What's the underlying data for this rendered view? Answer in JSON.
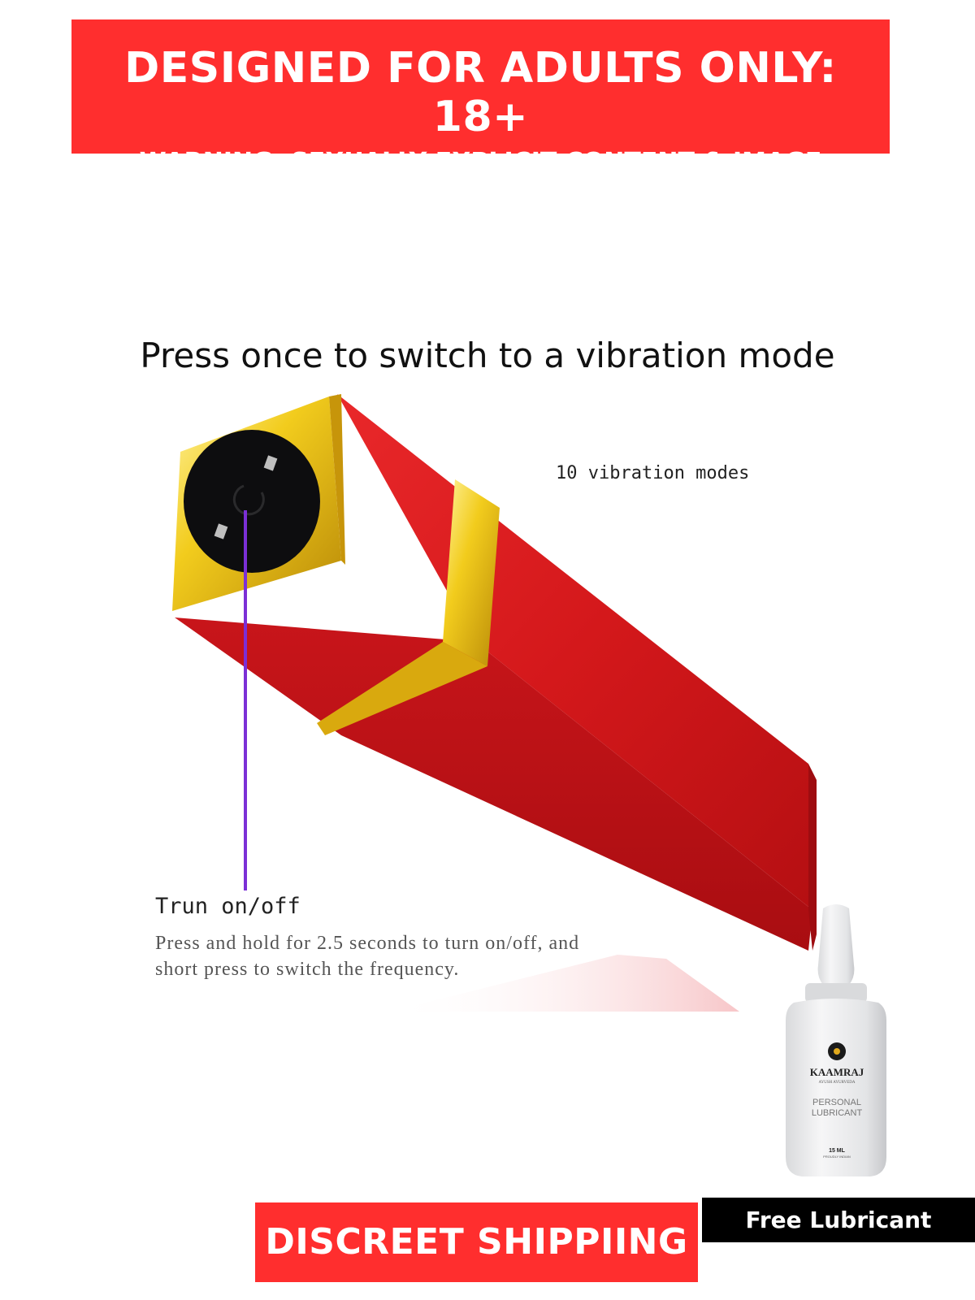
{
  "banner": {
    "title": "DESIGNED FOR ADULTS ONLY: 18+",
    "subtitle": "WARNING: SEXUALLY EXPLICIT CONTENT & IMAGE"
  },
  "headline": "Press once to switch to a vibration mode",
  "callouts": {
    "modes": "10 vibration modes",
    "power_title": "Trun on/off",
    "power_desc": "Press and hold for 2.5 seconds to turn on/off, and short press to switch the frequency."
  },
  "bottle": {
    "brand": "KAAMRAJ",
    "tagline": "AYUSH AYURVEDA",
    "product_line1": "PERSONAL",
    "product_line2": "LUBRICANT",
    "volume": "15 ML",
    "origin": "PROUDLY INDIAN"
  },
  "footer": {
    "shipping": "DISCREET SHIPPIING",
    "free": "Free Lubricant"
  },
  "colors": {
    "banner_red": "#ff2e2e",
    "product_red": "#d8191c",
    "gold": "#e9c21a",
    "pointer_line": "#7b2fd6"
  }
}
